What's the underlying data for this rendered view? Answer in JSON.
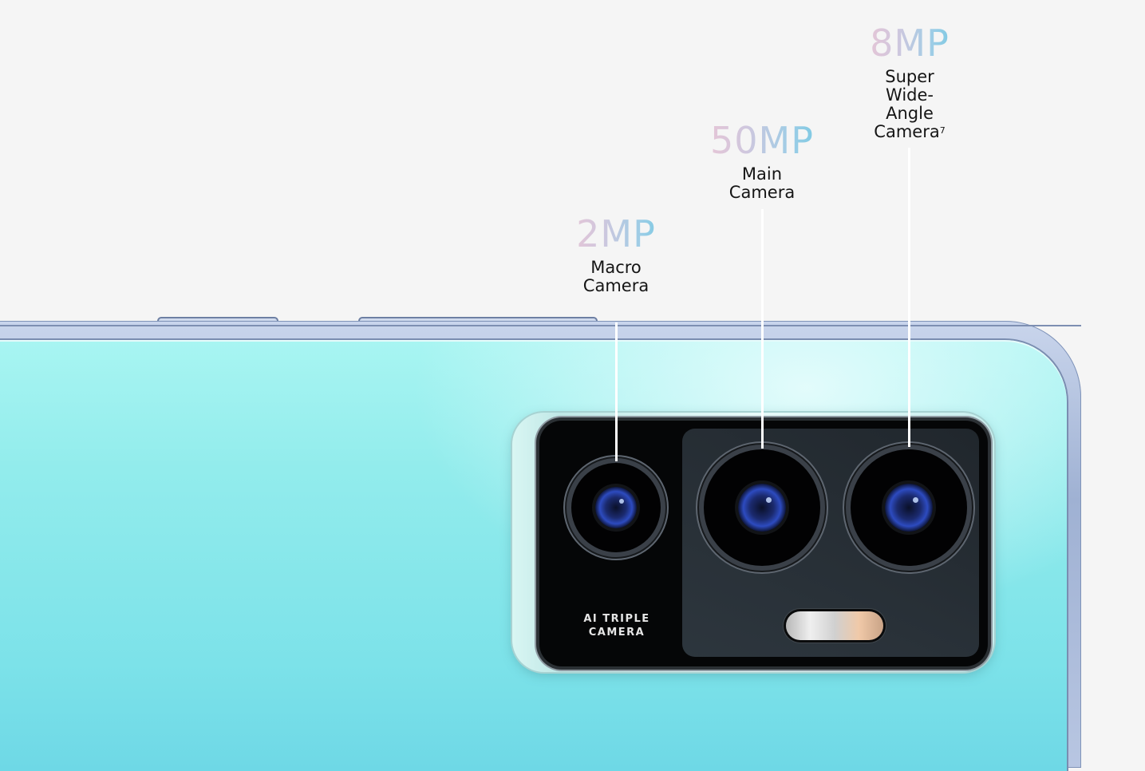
{
  "callouts": [
    {
      "megapixels": "2MP",
      "label_line1": "Macro",
      "label_line2": "Camera",
      "label_line3": "",
      "label_line4": "",
      "footnote": ""
    },
    {
      "megapixels": "50MP",
      "label_line1": "Main",
      "label_line2": "Camera",
      "label_line3": "",
      "label_line4": "",
      "footnote": ""
    },
    {
      "megapixels": "8MP",
      "label_line1": "Super",
      "label_line2": "Wide-",
      "label_line3": "Angle",
      "label_line4": "Camera",
      "footnote": "7"
    }
  ],
  "module": {
    "label_line1": "AI TRIPLE",
    "label_line2": "CAMERA"
  },
  "colors": {
    "background": "#f5f5f5",
    "phone_back": "#8fe8ec",
    "mp_gradient_start": "#f2c5d2",
    "mp_gradient_end": "#62c6e0"
  }
}
